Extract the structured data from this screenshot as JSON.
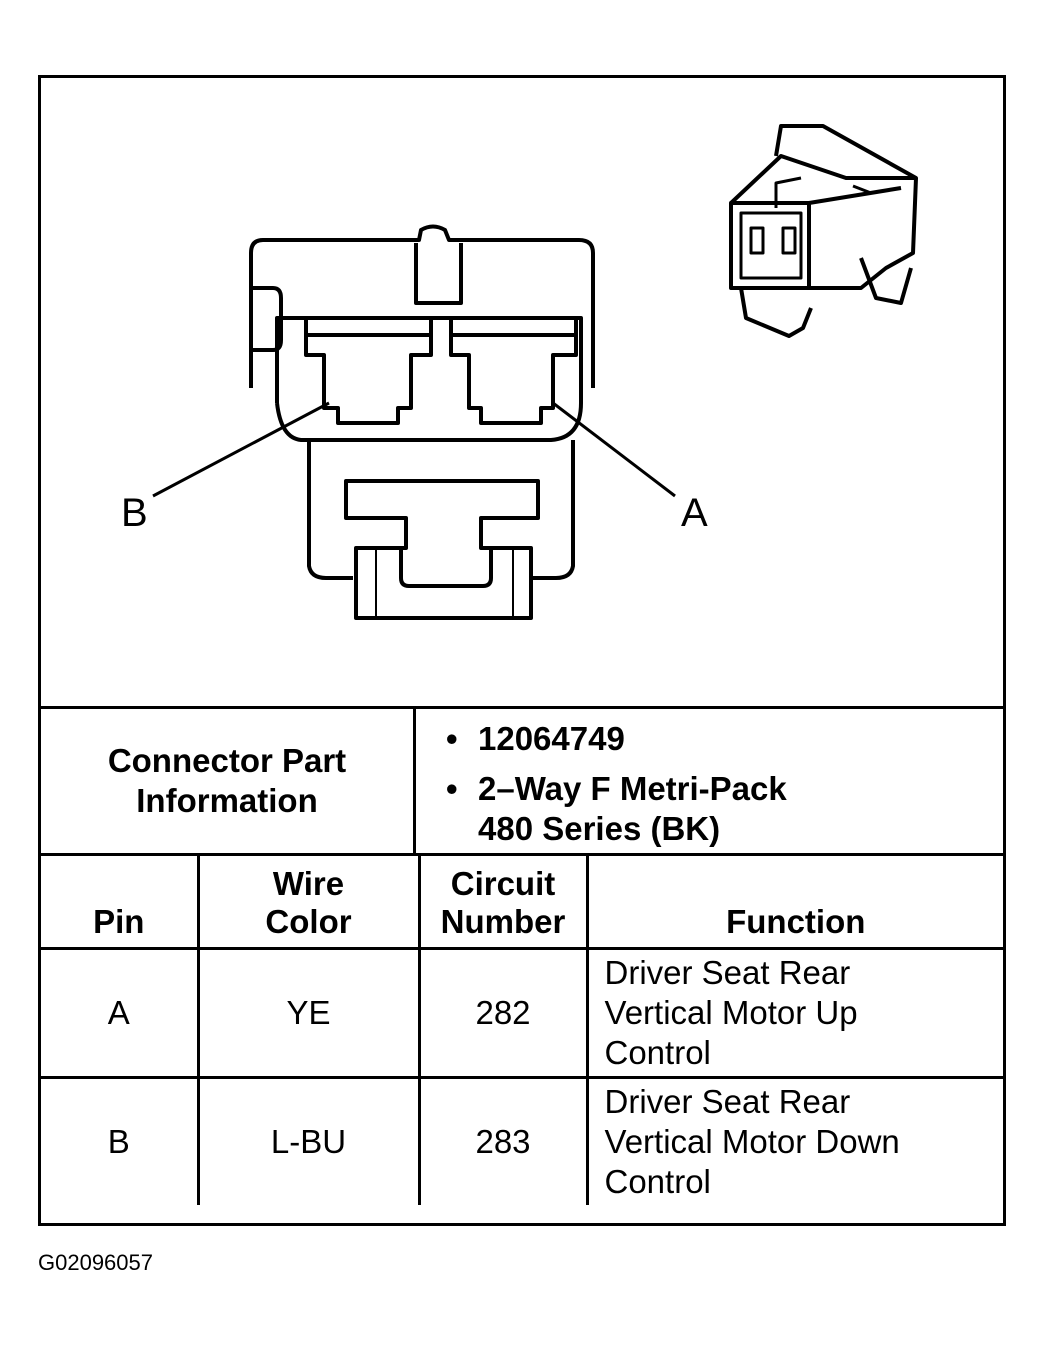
{
  "pin_labels": {
    "b": "B",
    "a": "A"
  },
  "connector_info": {
    "label_line1": "Connector Part",
    "label_line2": "Information",
    "bullet": "•",
    "part_number": "12064749",
    "description_line1": "2–Way F Metri-Pack",
    "description_line2": "480 Series (BK)"
  },
  "table": {
    "headers": {
      "pin": "Pin",
      "wire_color_line1": "Wire",
      "wire_color_line2": "Color",
      "circuit_line1": "Circuit",
      "circuit_line2": "Number",
      "function": "Function"
    },
    "rows": [
      {
        "pin": "A",
        "wire_color": "YE",
        "circuit": "282",
        "function_lines": [
          "Driver Seat Rear",
          "Vertical Motor Up",
          "Control"
        ]
      },
      {
        "pin": "B",
        "wire_color": "L-BU",
        "circuit": "283",
        "function_lines": [
          "Driver Seat Rear",
          "Vertical Motor Down",
          "Control"
        ]
      }
    ]
  },
  "figure_id": "G02096057"
}
